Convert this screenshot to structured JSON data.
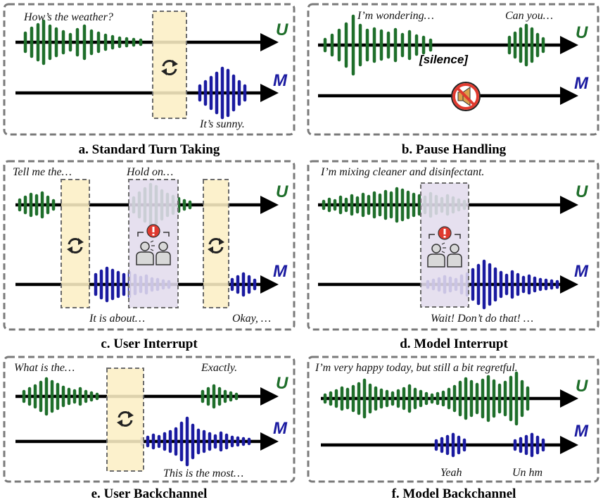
{
  "colors": {
    "user": "#1e6e2a",
    "model": "#1a1aa0",
    "turn_box": "#fcefc5",
    "interrupt_box": "#e3dced",
    "mute_red": "#e03a2f"
  },
  "speakers": {
    "user": "U",
    "model": "M"
  },
  "icons": {
    "turn": "sync-arrows-icon",
    "mute": "muted-speaker-icon",
    "interrupt": "interrupting-people-icon"
  },
  "panels": [
    {
      "id": "a",
      "caption": "a. Standard Turn Taking",
      "user_text": "How’s the weather?",
      "model_text": "It’s sunny."
    },
    {
      "id": "b",
      "caption": "b. Pause Handling",
      "user_text_1": "I’m wondering…",
      "user_text_2": "Can you…",
      "silence_label": "[silence]"
    },
    {
      "id": "c",
      "caption": "c. User Interrupt",
      "user_text_1": "Tell me the…",
      "user_text_2": "Hold on…",
      "model_text_1": "It is about…",
      "model_text_2": "Okay, …"
    },
    {
      "id": "d",
      "caption": "d. Model Interrupt",
      "user_text": "I’m mixing cleaner and disinfectant.",
      "model_text": "Wait! Don’t do that! …"
    },
    {
      "id": "e",
      "caption": "e. User Backchannel",
      "user_text_1": "What is the…",
      "user_text_2": "Exactly.",
      "model_text": "This is the most…"
    },
    {
      "id": "f",
      "caption": "f. Model Backchannel",
      "user_text": "I’m very happy today, but still a bit regretful.",
      "model_text_1": "Yeah",
      "model_text_2": "Un hm"
    }
  ]
}
